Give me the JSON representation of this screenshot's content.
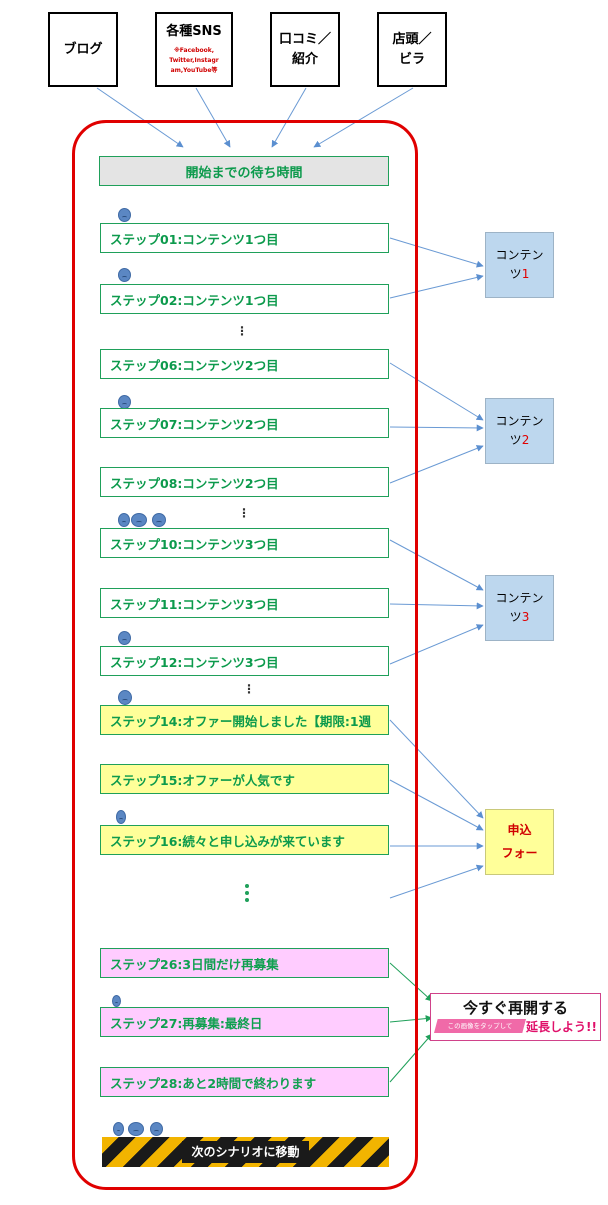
{
  "sources": [
    {
      "label": "ブログ"
    },
    {
      "label": "各種SNS",
      "sub": "※Facebook,\nTwitter,Instagr\nam,YouTube等"
    },
    {
      "label": "口コミ／\n紹介"
    },
    {
      "label": "店頭／\nビラ"
    }
  ],
  "header": "開始までの待ち時間",
  "steps": [
    {
      "label": "ステップ01:コンテンツ1つ目"
    },
    {
      "label": "ステップ02:コンテンツ1つ目"
    },
    {
      "label": "ステップ06:コンテンツ2つ目"
    },
    {
      "label": "ステップ07:コンテンツ2つ目"
    },
    {
      "label": "ステップ08:コンテンツ2つ目"
    },
    {
      "label": "ステップ10:コンテンツ3つ目"
    },
    {
      "label": "ステップ11:コンテンツ3つ目"
    },
    {
      "label": "ステップ12:コンテンツ3つ目"
    },
    {
      "label": "ステップ14:オファー開始しました【期限:1週"
    },
    {
      "label": "ステップ15:オファーが人気です"
    },
    {
      "label": "ステップ16:続々と申し込みが来ています"
    },
    {
      "label": "ステップ26:3日間だけ再募集"
    },
    {
      "label": "ステップ27:再募集:最終日"
    },
    {
      "label": "ステップ28:あと2時間で終わります"
    }
  ],
  "contents": [
    {
      "label": "コンテン",
      "label2": "ツ",
      "num": "1"
    },
    {
      "label": "コンテン",
      "label2": "ツ",
      "num": "2"
    },
    {
      "label": "コンテン",
      "label2": "ツ",
      "num": "3"
    }
  ],
  "apply": {
    "line1": "申込",
    "line2": "フォー"
  },
  "banner": {
    "main": "今すぐ再開する",
    "strip": "この画像をタップして",
    "ext": "延長しよう!!"
  },
  "next_scenario": "次のシナリオに移動",
  "ellipsis": "⋮"
}
